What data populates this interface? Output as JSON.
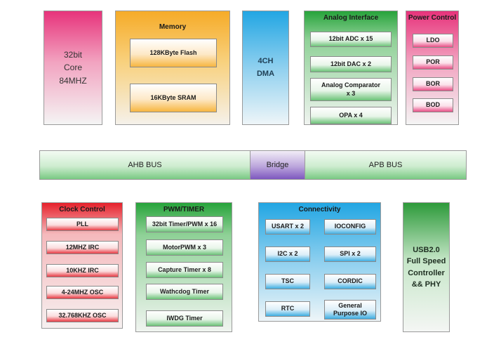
{
  "top": {
    "core": {
      "line1": "32bit",
      "line2": "Core",
      "line3": "84MHZ"
    },
    "memory": {
      "title": "Memory",
      "items": [
        "128KByte Flash",
        "16KByte SRAM"
      ]
    },
    "dma": {
      "line1": "4CH",
      "line2": "DMA"
    },
    "analog": {
      "title": "Analog Interface",
      "items": [
        "12bit ADC x 15",
        "12bit DAC x 2",
        "Analog Comparator x 3",
        "OPA x 4"
      ]
    },
    "power": {
      "title": "Power Control",
      "items": [
        "LDO",
        "POR",
        "BOR",
        "BOD"
      ]
    }
  },
  "bus": {
    "ahb": "AHB BUS",
    "bridge": "Bridge",
    "apb": "APB BUS"
  },
  "bottom": {
    "clock": {
      "title": "Clock Control",
      "items": [
        "PLL",
        "12MHZ IRC",
        "10KHZ IRC",
        "4-24MHZ OSC",
        "32.768KHZ OSC"
      ]
    },
    "pwm": {
      "title": "PWM/TIMER",
      "items": [
        "32bit Timer/PWM x 16",
        "MotorPWM x 3",
        "Capture Timer x 8",
        "Wathcdog Timer",
        "IWDG Timer"
      ]
    },
    "connectivity": {
      "title": "Connectivity",
      "items": [
        "USART x 2",
        "IOCONFIG",
        "I2C x 2",
        "SPI x 2",
        "TSC",
        "CORDIC",
        "RTC",
        "General Purpose IO"
      ]
    },
    "usb": {
      "line1": "USB2.0",
      "line2": "Full Speed",
      "line3": "Controller",
      "line4": "&& PHY"
    }
  },
  "colors": {
    "core": "#e7337b",
    "memory": "#f6ab28",
    "dma": "#22a6e3",
    "analog": "#27a33b",
    "power": "#e7337b",
    "clock": "#e6212b",
    "pwm": "#27a33b",
    "connectivity": "#22a6e3",
    "usb": "#2d9a3a",
    "bus": "#79c983",
    "bridge": "#7d58bf"
  }
}
